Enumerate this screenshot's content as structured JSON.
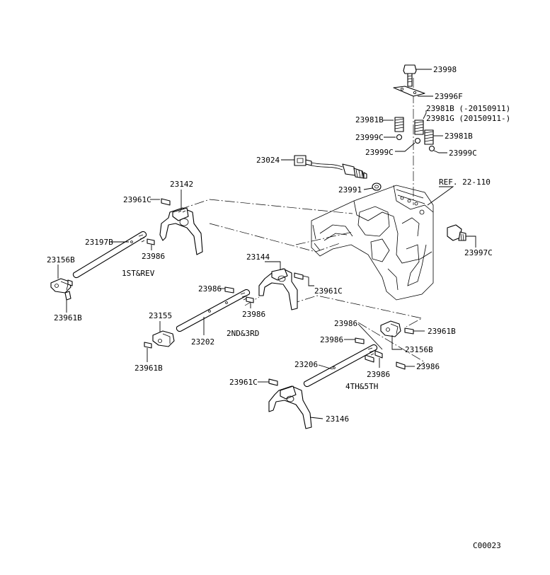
{
  "labels": {
    "p23998": "23998",
    "p23996f": "23996F",
    "p23981b_a": "23981B",
    "p23981b_range": "23981B (-20150911)",
    "p23981g_range": "23981G (20150911-)",
    "p23999c_a": "23999C",
    "p23981b_b": "23981B",
    "p23999c_b": "23999C",
    "p23999c_c": "23999C",
    "p23024": "23024",
    "p23991": "23991",
    "ref": "REF. 22-110",
    "p23142": "23142",
    "p23961c_a": "23961C",
    "p23197b": "23197B",
    "p23986_a": "23986",
    "p23156b_a": "23156B",
    "fork_1st_rev": "1ST&REV",
    "p23961b_a": "23961B",
    "p23997c": "23997C",
    "p23144": "23144",
    "p23986_b": "23986",
    "p23961c_b": "23961C",
    "p23986_c": "23986",
    "p23155": "23155",
    "p23202": "23202",
    "fork_2nd_3rd": "2ND&3RD",
    "p23961b_b": "23961B",
    "p23986_d": "23986",
    "p23961b_c": "23961B",
    "p23986_e": "23986",
    "p23156b_b": "23156B",
    "p23206": "23206",
    "p23986_f": "23986",
    "p23986_g": "23986",
    "fork_4th_5th": "4TH&5TH",
    "p23961c_c": "23961C",
    "p23146": "23146",
    "code": "C00023"
  }
}
